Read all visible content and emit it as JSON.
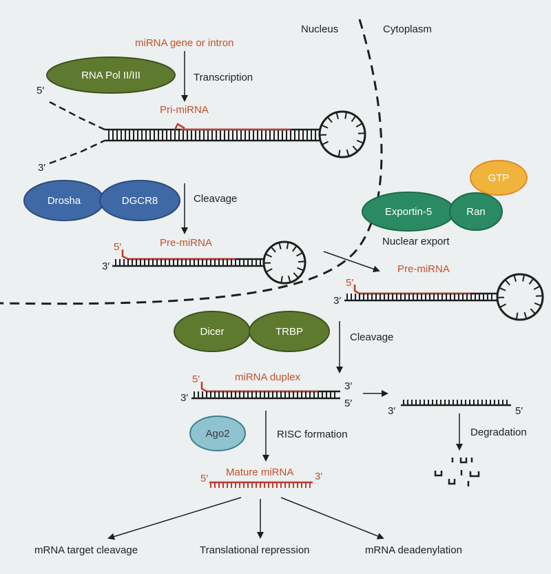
{
  "regions": {
    "left": "Nucleus",
    "right": "Cytoplasm"
  },
  "labels": {
    "gene": "miRNA gene or intron",
    "transcription": "Transcription",
    "pri_mirna": "Pri-miRNA",
    "cleavage_1": "Cleavage",
    "pre_mirna_nucleus": "Pre-miRNA",
    "nuclear_export": "Nuclear export",
    "pre_mirna_cytoplasm": "Pre-miRNA",
    "cleavage_2": "Cleavage",
    "duplex": "miRNA duplex",
    "risc": "RISC formation",
    "mature": "Mature miRNA",
    "degradation": "Degradation"
  },
  "ends": {
    "five": "5′",
    "three": "3′"
  },
  "proteins": {
    "rna_pol": "RNA Pol II/III",
    "drosha": "Drosha",
    "dgcr8": "DGCR8",
    "exportin5": "Exportin-5",
    "ran": "Ran",
    "gtp": "GTP",
    "dicer": "Dicer",
    "trbp": "TRBP",
    "ago2": "Ago2"
  },
  "outcomes": {
    "target_cleavage": "mRNA target cleavage",
    "repression": "Translational repression",
    "deadenylation": "mRNA deadenylation"
  },
  "colors": {
    "background": "#ecf0f1",
    "olive": "#5e7a2e",
    "blue": "#3f68a6",
    "teal_green": "#2a8a62",
    "gtp": "#f0b33c",
    "ago2": "#8ec3cf",
    "rna_red": "#c0392b",
    "label_red": "#c4502a"
  }
}
